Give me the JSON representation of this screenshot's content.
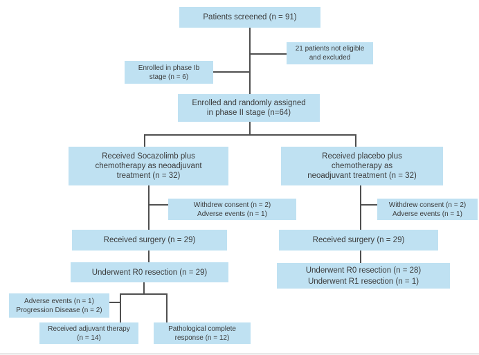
{
  "colors": {
    "box_fill": "#bfe1f2",
    "line_color": "#4f4f4f",
    "text_color": "#3b3b3b",
    "background": "#ffffff"
  },
  "diagram": {
    "type": "consort-patient-flow",
    "boxes": {
      "screened": {
        "lines": [
          "Patients screened (n = 91)"
        ]
      },
      "not_eligible": {
        "lines": [
          "21 patients not eligible",
          "and excluded"
        ]
      },
      "phase_ib": {
        "lines": [
          "Enrolled in phase Ib",
          "stage (n = 6)"
        ]
      },
      "randomized": {
        "lines": [
          "Enrolled and randomly assigned",
          "in phase II stage (n=64)"
        ]
      },
      "soca_arm": {
        "lines": [
          "Received Socazolimb plus",
          "chemotherapy as neoadjuvant",
          "treatment (n = 32)"
        ]
      },
      "placebo_arm": {
        "lines": [
          "Received placebo plus",
          "chemotherapy as",
          "neoadjuvant treatment (n = 32)"
        ]
      },
      "withdrew_left": {
        "lines": [
          "Withdrew consent (n = 2)",
          "Adverse events (n = 1)"
        ]
      },
      "withdrew_right": {
        "lines": [
          "Withdrew consent (n = 2)",
          "Adverse events (n = 1)"
        ]
      },
      "surgery_left": {
        "lines": [
          "Received surgery (n = 29)"
        ]
      },
      "surgery_right": {
        "lines": [
          "Received surgery (n = 29)"
        ]
      },
      "r0_left": {
        "lines": [
          "Underwent R0 resection (n = 29)"
        ]
      },
      "r0r1_right": {
        "lines": [
          "Underwent R0 resection (n = 28)",
          "Underwent R1 resection (n = 1)"
        ]
      },
      "adverse_prog": {
        "lines": [
          "Adverse events (n = 1)",
          "Progression Disease (n = 2)"
        ]
      },
      "adjuvant": {
        "lines": [
          "Received adjuvant therapy",
          "(n = 14)"
        ]
      },
      "pcr": {
        "lines": [
          "Pathological complete",
          "response (n = 12)"
        ]
      }
    }
  }
}
